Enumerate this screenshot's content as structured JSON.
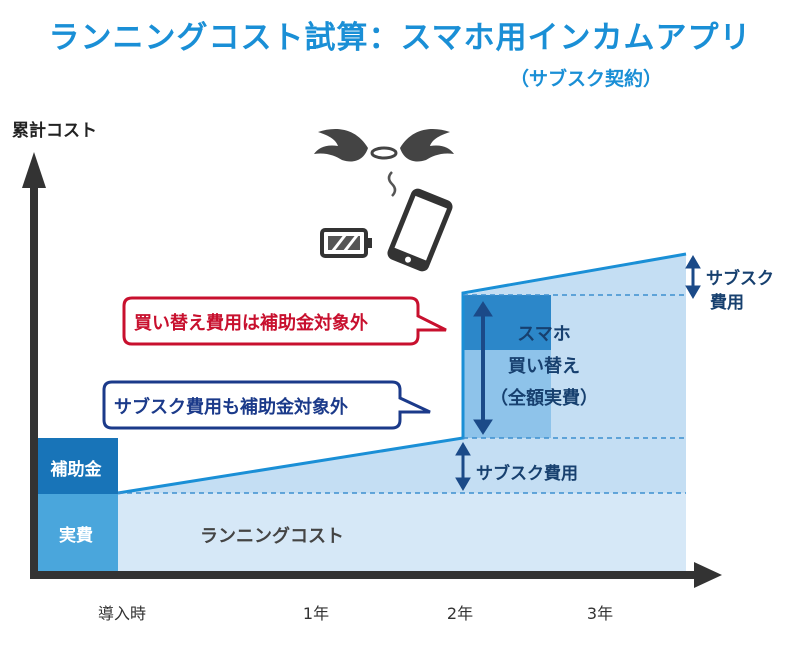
{
  "title": "ランニングコスト試算：スマホ用インカムアプリ",
  "subtitle": "（サブスク契約）",
  "y_axis_label": "累計コスト",
  "x_ticks": [
    "導入時",
    "1年",
    "2年",
    "3年"
  ],
  "boxes": {
    "subsidy": "補助金",
    "actual": "実費"
  },
  "running_cost_label": "ランニングコスト",
  "callouts": {
    "red": "買い替え費用は補助金対象外",
    "navy": "サブスク費用も補助金対象外"
  },
  "replacement_label": [
    "スマホ",
    "買い替え",
    "（全額実費）"
  ],
  "dim_labels": {
    "subscription_lower": "サブスク費用",
    "subscription_upper_line1": "サブスク",
    "subscription_upper_line2": "費用"
  },
  "icons": [
    "angel-wings-icon",
    "battery-low-icon",
    "smartphone-icon"
  ],
  "colors": {
    "title": "#1a8fd6",
    "area_dark": "#3f95d2",
    "area_light": "#cde3f4",
    "box_dark": "#1874b8",
    "box_mid": "#4aa6dc",
    "red": "#c8102e",
    "navy": "#1b3a8a"
  }
}
